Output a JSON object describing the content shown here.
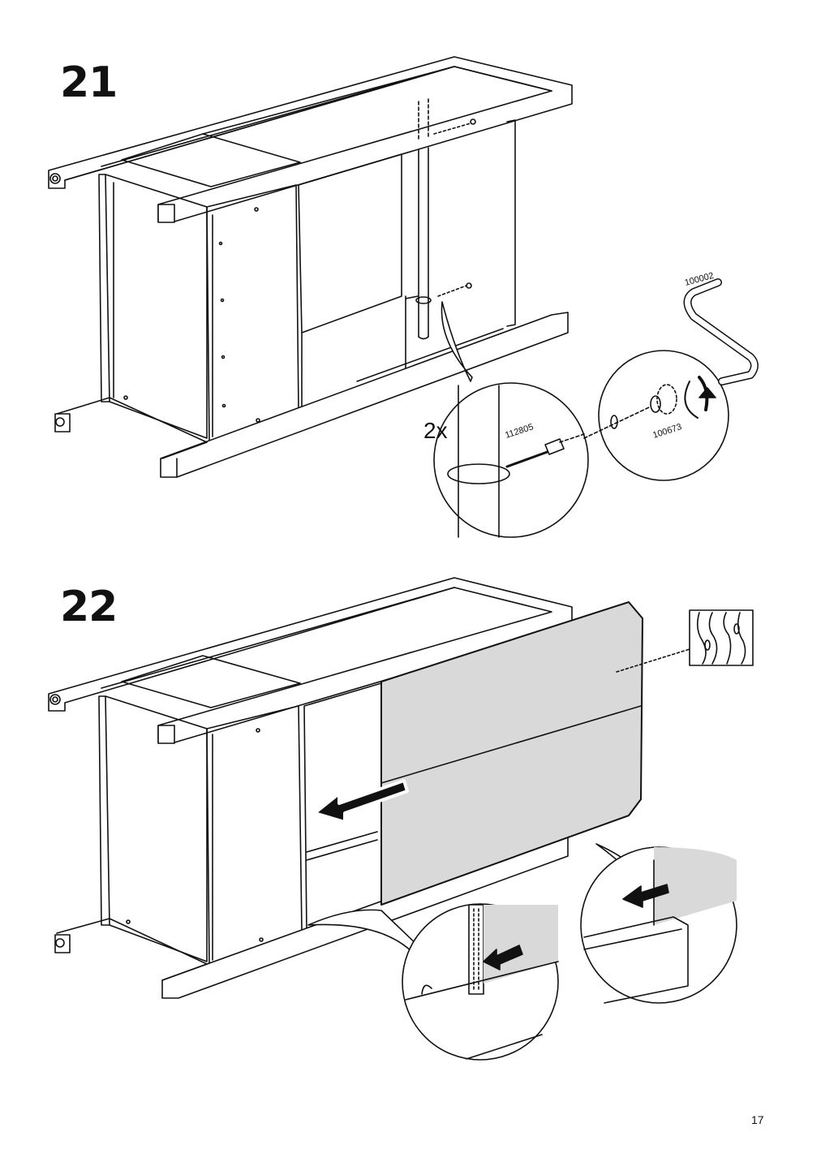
{
  "steps": [
    {
      "number": "21",
      "quantity": "2x",
      "parts": {
        "bolt": "112805",
        "allen_key": "100002",
        "barrel_nut": "100673"
      }
    },
    {
      "number": "22"
    }
  ],
  "page_number": "17",
  "icons": [
    "allen-key-icon",
    "rotate-arrow-icon",
    "push-arrow-icon",
    "wood-grain-icon"
  ],
  "colors": {
    "line": "#111111",
    "panel_fill": "#d9d9d9",
    "background": "#ffffff"
  }
}
